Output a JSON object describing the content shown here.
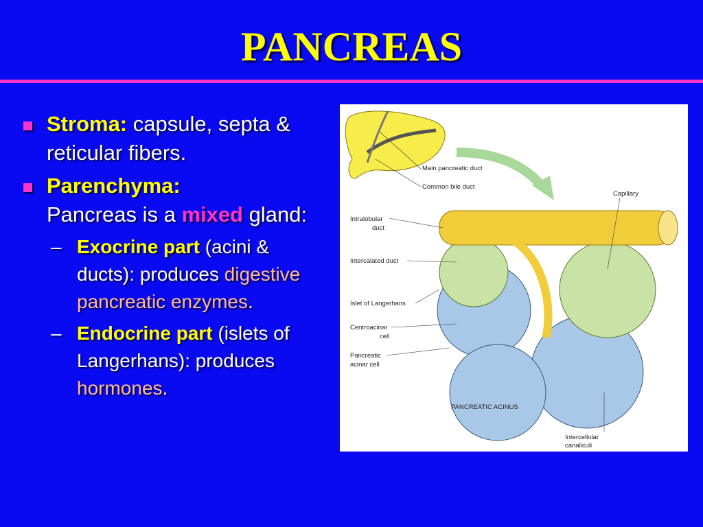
{
  "slide": {
    "title": "PANCREAS",
    "bullets": {
      "stroma": {
        "term": "Stroma:",
        "text": " capsule, septa & reticular fibers."
      },
      "parenchyma": {
        "term": "Parenchyma:",
        "text_before": "Pancreas is a ",
        "highlight": "mixed",
        "text_after": " gland:"
      }
    },
    "sub_bullets": {
      "exocrine": {
        "dash": "–",
        "term": "Exocrine part",
        "text": " (acini & ducts): produces ",
        "highlight": "digestive pancreatic enzymes",
        "end": "."
      },
      "endocrine": {
        "dash": "–",
        "term": "Endocrine part",
        "text": " (islets of Langerhans): produces ",
        "highlight": "hormones",
        "end": "."
      }
    }
  },
  "diagram": {
    "labels": {
      "main_duct": "Main pancreatic duct",
      "bile_duct": "Common bile duct",
      "capillary": "Capillary",
      "intralobular_1": "Intralobular",
      "intralobular_2": "duct",
      "intercalated": "Intercalated duct",
      "islet": "Islet of Langerhans",
      "centroacinar_1": "Centroacinar",
      "centroacinar_2": "cell",
      "acinar_1": "Pancreatic",
      "acinar_2": "acinar cell",
      "acinus": "PANCREATIC ACINUS",
      "canaliculi_1": "Intercellular",
      "canaliculi_2": "canaliculi"
    }
  },
  "colors": {
    "background": "#0a0af2",
    "title": "#ffff00",
    "accent": "#ff33cc",
    "emphasis": "#ffbb99"
  }
}
